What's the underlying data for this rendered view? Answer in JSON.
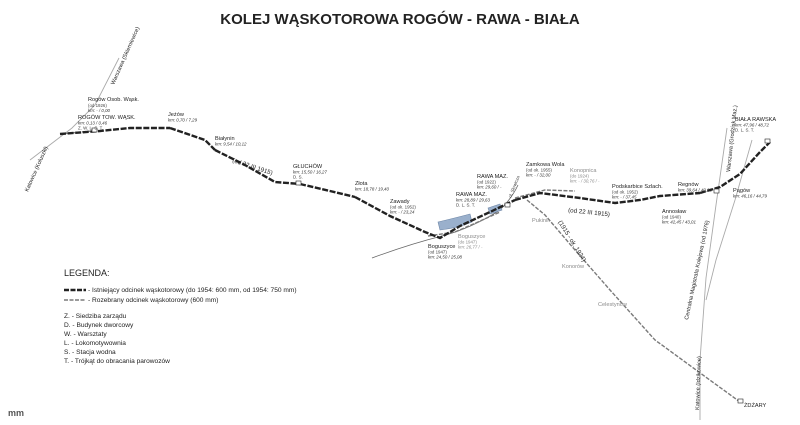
{
  "title": "KOLEJ WĄSKOTOROWA ROGÓW - RAWA - BIAŁA",
  "colors": {
    "main_line": "#222222",
    "removed_line": "#7a7a7a",
    "std_line": "#999999",
    "water": "#9ab0cc"
  },
  "stations": {
    "rogow_osob": {
      "name": "Rogów Osob. Wąsk.",
      "note": "(od 1926)",
      "km": "km: - / 0,00"
    },
    "rogow_tow": {
      "name": "ROGÓW TOW. WĄSK.",
      "km": "km: 0,13 / 0,46",
      "facilities": "Z. W. L. S. T."
    },
    "jezow": {
      "name": "Jeżów",
      "km": "km: 0,70 / 7,29"
    },
    "bialynin": {
      "name": "Białynin",
      "km": "km: 9,54 / 10,12"
    },
    "gluchow": {
      "name": "GŁUCHÓW",
      "km": "km: 15,50 / 16,27",
      "facilities": "D. S."
    },
    "zlota": {
      "name": "Złota",
      "km": "km: 18,78 / 19,40"
    },
    "zawady": {
      "name": "Zawady",
      "note": "(od ok. 1952)",
      "km": "km: - / 23,24"
    },
    "boguszyce1": {
      "name": "Boguszyce",
      "note": "(od 1947)",
      "km": "km: 24,50 / 25,08"
    },
    "boguszyce2": {
      "name": "Boguszyce",
      "note": "(do 1947)",
      "km": "km: 26,77 / -"
    },
    "rawa_maz": {
      "name": "RAWA MAZ.",
      "km": "km: 28,89 / 29,63",
      "facilities": "D. L. S. T."
    },
    "rawa_maz2": {
      "name": "RAWA MAZ.",
      "note": "(od 1922)",
      "km": "km: 29,60 / -"
    },
    "zamkowa_wola": {
      "name": "Zamkowa Wola",
      "note": "(od ok. 1955)",
      "km": "km: - / 32,00"
    },
    "konopnica": {
      "name": "Konopnica",
      "note": "(do 1924)",
      "km": "km: - / 30,76 / -"
    },
    "podskarbice": {
      "name": "Podskarbice Szlach.",
      "note": "(od ok. 1952)",
      "km": "km: - / 37,45"
    },
    "regnow": {
      "name": "Regnów",
      "km": "km: 39,64 / 40,23"
    },
    "annoslaw": {
      "name": "Annosław",
      "note": "(od 1940)",
      "km": "km: 42,45 / 43,01"
    },
    "pagow": {
      "name": "Pągów",
      "km": "km: 46,16 / 44,79"
    },
    "biala": {
      "name": "BIAŁA RAWSKA",
      "km": "km: 47,96 / 48,72",
      "facilities": "D. L. S. T."
    }
  },
  "years": {
    "y1915a": "(od 22 III 1915)",
    "y1915b": "(od 22 III 1915)",
    "y1924": "(1915 - ok. 1924)",
    "ulica": "ul. Słowicza"
  },
  "directions": {
    "warszawa_top": "Warszawa (Skierniewice)",
    "katowice_left": "Katowice (Koluszki)",
    "warszawa_right": "Warszawa (Grodzisk Maz.)",
    "katowice_bottom": "Katowice (Idzikowice)",
    "cmk": "Centralna Magistrala Kolejowa (od 1976)",
    "pukinin": "Pukinin",
    "konsrow": "Konorów",
    "celestynow": "Celestynów",
    "zdzary": "ŻDŻARY"
  },
  "legend": {
    "title": "LEGENDA:",
    "existing": "- Istniejący odcinek wąskotorowy (do 1954: 600 mm, od 1954: 750 mm)",
    "removed": "- Rozebrany odcinek wąskotorowy (600 mm)",
    "abbr": [
      "Z. - Siedziba zarządu",
      "D. - Budynek dworcowy",
      "W. - Warsztaty",
      "L. - Lokomotywownia",
      "S. - Stacja wodna",
      "T. - Trójkąt do obracania parowozów"
    ]
  },
  "corner_mark": "mm"
}
